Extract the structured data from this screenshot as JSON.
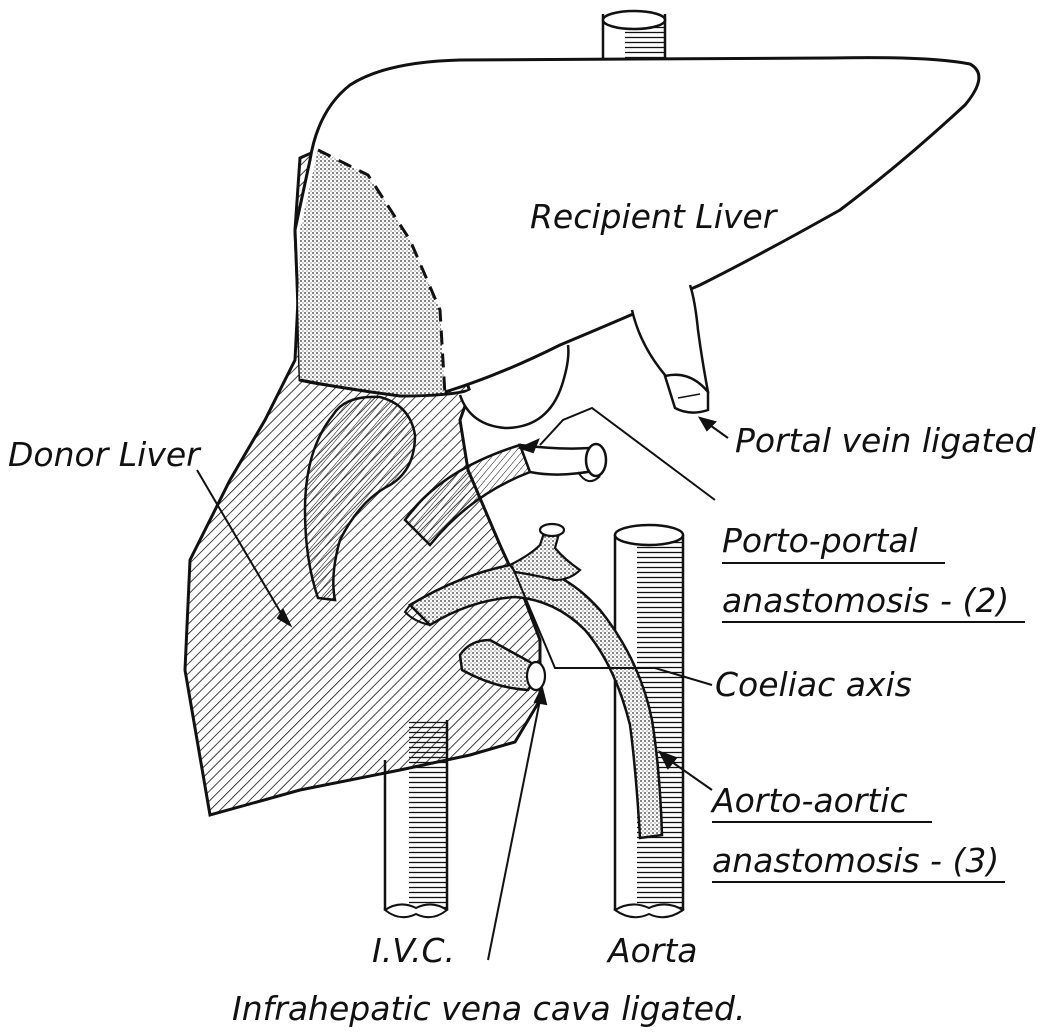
{
  "diagram": {
    "labels": {
      "recipient_liver": "Recipient Liver",
      "donor_liver": "Donor Liver",
      "portal_vein_ligated": "Portal vein ligated",
      "porto_portal_line1": "Porto-portal",
      "porto_portal_line2": "anastomosis - (2)",
      "coeliac_axis": "Coeliac axis",
      "aorto_aortic_line1": "Aorto-aortic",
      "aorto_aortic_line2": "anastomosis - (3)",
      "ivc": "I.V.C.",
      "aorta": "Aorta",
      "infrahepatic": "Infrahepatic vena cava ligated."
    }
  }
}
